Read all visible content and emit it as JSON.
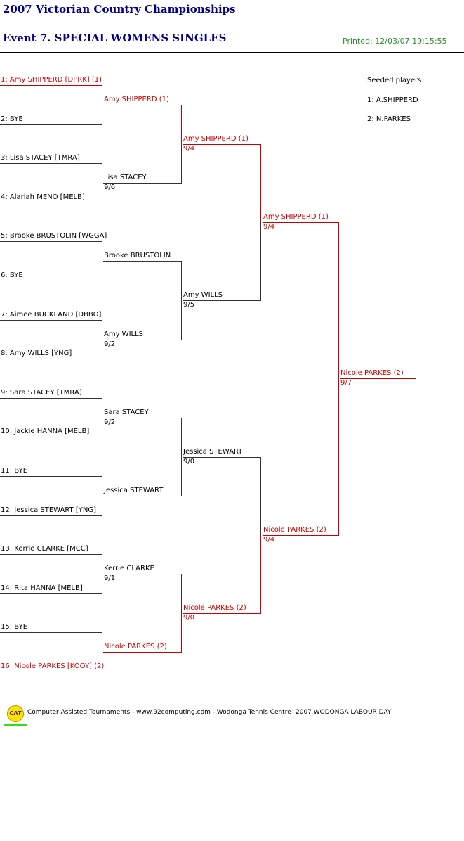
{
  "header": {
    "title": "2007 Victorian Country Championships",
    "event": "Event 7. SPECIAL WOMENS SINGLES",
    "printed": "Printed: 12/03/07 19:15:55"
  },
  "seeded": {
    "heading": "Seeded players",
    "players": [
      "1: A.SHIPPERD",
      "2: N.PARKES"
    ]
  },
  "round1": [
    {
      "name": "1: Amy SHIPPERD [DPRK] (1)",
      "winner": true
    },
    {
      "name": "2: BYE",
      "winner": false
    },
    {
      "name": "3: Lisa STACEY [TMRA]",
      "winner": false
    },
    {
      "name": "4: Alariah MENO [MELB]",
      "winner": false
    },
    {
      "name": "5: Brooke BRUSTOLIN [WGGA]",
      "winner": false
    },
    {
      "name": "6: BYE",
      "winner": false
    },
    {
      "name": "7: Aimee BUCKLAND [DBBO]",
      "winner": false
    },
    {
      "name": "8: Amy WILLS [YNG]",
      "winner": false
    },
    {
      "name": "9: Sara STACEY [TMRA]",
      "winner": false
    },
    {
      "name": "10: Jackie HANNA [MELB]",
      "winner": false
    },
    {
      "name": "11: BYE",
      "winner": false
    },
    {
      "name": "12: Jessica STEWART [YNG]",
      "winner": false
    },
    {
      "name": "13: Kerrie CLARKE [MCC]",
      "winner": false
    },
    {
      "name": "14: Rita HANNA [MELB]",
      "winner": false
    },
    {
      "name": "15: BYE",
      "winner": false
    },
    {
      "name": "16: Nicole PARKES [KOOY] (2)",
      "winner": true
    }
  ],
  "round2": [
    {
      "name": "Amy SHIPPERD (1)",
      "score": "",
      "winner": true
    },
    {
      "name": "Lisa STACEY",
      "score": "9/6",
      "winner": false
    },
    {
      "name": "Brooke BRUSTOLIN",
      "score": "",
      "winner": false
    },
    {
      "name": "Amy WILLS",
      "score": "9/2",
      "winner": false
    },
    {
      "name": "Sara STACEY",
      "score": "9/2",
      "winner": false
    },
    {
      "name": "Jessica STEWART",
      "score": "",
      "winner": false
    },
    {
      "name": "Kerrie CLARKE",
      "score": "9/1",
      "winner": false
    },
    {
      "name": "Nicole PARKES (2)",
      "score": "",
      "winner": true
    }
  ],
  "round3": [
    {
      "name": "Amy SHIPPERD (1)",
      "score": "9/4",
      "winner": true
    },
    {
      "name": "Amy WILLS",
      "score": "9/5",
      "winner": false
    },
    {
      "name": "Jessica STEWART",
      "score": "9/0",
      "winner": false
    },
    {
      "name": "Nicole PARKES (2)",
      "score": "9/0",
      "winner": true
    }
  ],
  "round4": [
    {
      "name": "Amy SHIPPERD (1)",
      "score": "9/4",
      "winner": true
    },
    {
      "name": "Nicole PARKES (2)",
      "score": "9/4",
      "winner": true
    }
  ],
  "final": [
    {
      "name": "Nicole PARKES (2)",
      "score": "9/7",
      "winner": true
    }
  ],
  "footer": {
    "logo": "CAT",
    "credit": "Computer Assisted Tournaments - www.92computing.com -  Wodonga Tennis Centre",
    "event": "2007 WODONGA LABOUR DAY"
  }
}
